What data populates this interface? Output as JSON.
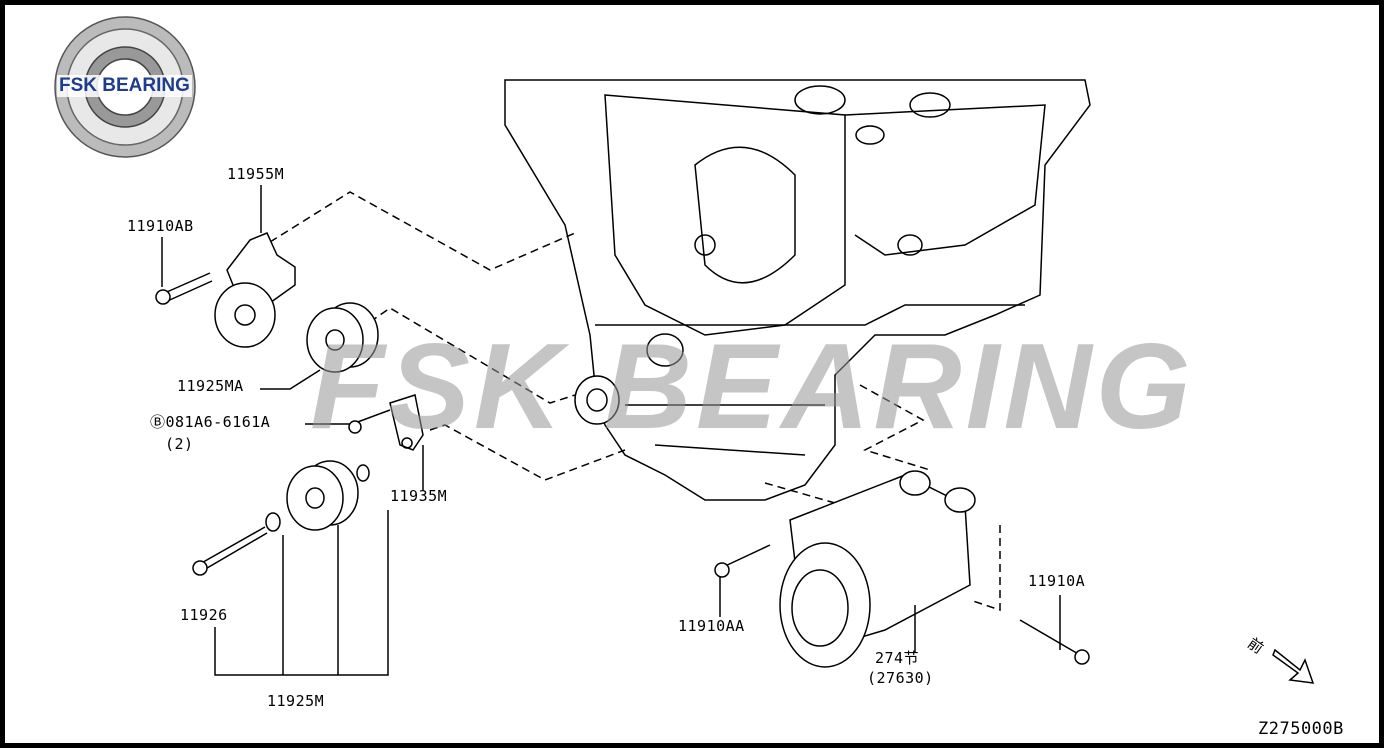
{
  "logo": {
    "text": "FSK BEARING"
  },
  "watermark": {
    "text": "FSK BEARING"
  },
  "labels": {
    "p11955M": "11955M",
    "p11910AB": "11910AB",
    "p11925MA": "11925MA",
    "bolt_code": "Ⓑ081A6-6161A",
    "bolt_qty": "(2)",
    "p11935M": "11935M",
    "p11926": "11926",
    "p11925M": "11925M",
    "p11910AA": "11910AA",
    "p274": "274节",
    "p27630": "(27630)",
    "p11910A": "11910A",
    "front": "前",
    "diagram_id": "Z275000B"
  }
}
